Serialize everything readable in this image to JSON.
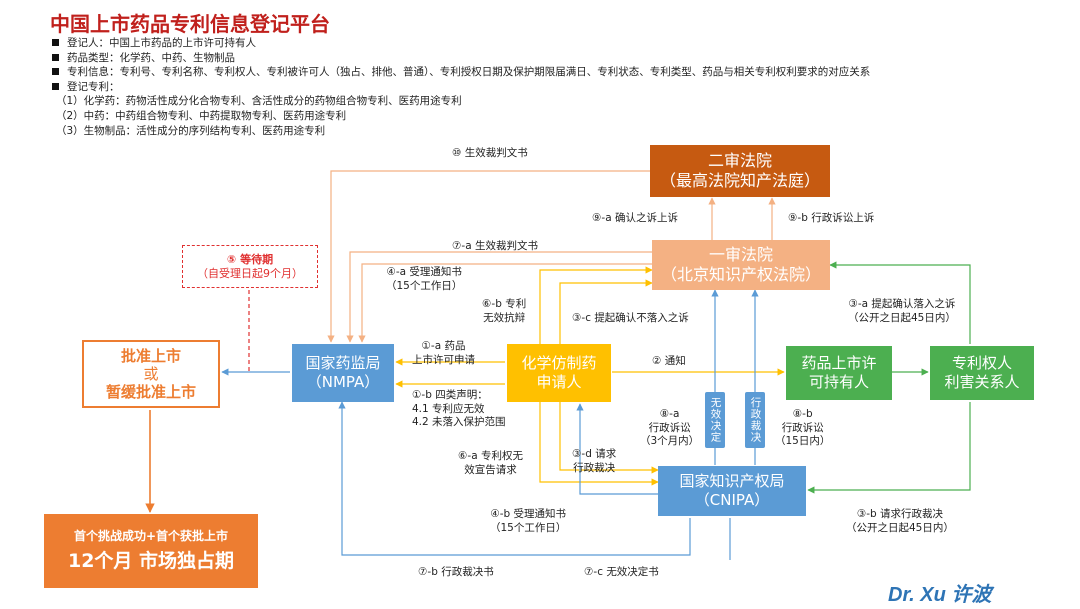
{
  "title": "中国上市药品专利信息登记平台",
  "info": [
    {
      "bullet": true,
      "text": "登记人：中国上市药品的上市许可持有人"
    },
    {
      "bullet": true,
      "text": "药品类型：化学药、中药、生物制品"
    },
    {
      "bullet": true,
      "text": "专利信息：专利号、专利名称、专利权人、专利被许可人（独占、排他、普通）、专利授权日期及保护期限届满日、专利状态、专利类型、药品与相关专利权利要求的对应关系"
    },
    {
      "bullet": true,
      "text": "登记专利："
    },
    {
      "bullet": false,
      "text": "（1）化学药：药物活性成分化合物专利、含活性成分的药物组合物专利、医药用途专利"
    },
    {
      "bullet": false,
      "text": "（2）中药：中药组合物专利、中药提取物专利、医药用途专利"
    },
    {
      "bullet": false,
      "text": "（3）生物制品：活性成分的序列结构专利、医药用途专利"
    }
  ],
  "boxes": {
    "second_court": {
      "line1": "二审法院",
      "line2": "（最高法院知产法庭）"
    },
    "first_court": {
      "line1": "一审法院",
      "line2": "（北京知识产权法院）"
    },
    "nmpa": {
      "line1": "国家药监局",
      "line2": "（NMPA）"
    },
    "applicant": {
      "line1": "化学仿制药",
      "line2": "申请人"
    },
    "mah": {
      "line1": "药品上市许",
      "line2": "可持有人"
    },
    "patentee": {
      "line1": "专利权人",
      "line2": "利害关系人"
    },
    "cnipa": {
      "line1": "国家知识产权局",
      "line2": "（CNIPA）"
    },
    "approve": {
      "line1": "批准上市",
      "line2": "或",
      "line3": "暂缓批准上市"
    },
    "waiting": {
      "line1": "⑤ 等待期",
      "line2": "（自受理日起9个月）"
    },
    "exclusive": {
      "line1": "首个挑战成功+首个获批上市",
      "line2": "12个月 市场独占期"
    }
  },
  "vertical_tags": {
    "invalid": "无效决定",
    "admin": "行政裁决"
  },
  "labels": {
    "l10": "⑩ 生效裁判文书",
    "l9a": "⑨-a 确认之诉上诉",
    "l9b": "⑨-b 行政诉讼上诉",
    "l7a": "⑦-a 生效裁判文书",
    "l4a_1": "④-a 受理通知书",
    "l4a_2": "（15个工作日）",
    "l6b_1": "⑥-b 专利",
    "l6b_2": "无效抗辩",
    "l3c": "③-c 提起确认不落入之诉",
    "l3a_1": "③-a 提起确认落入之诉",
    "l3a_2": "（公开之日起45日内）",
    "l1a_1": "①-a 药品",
    "l1a_2": "上市许可申请",
    "l2": "② 通知",
    "l1b_1": "①-b 四类声明：",
    "l1b_2": "4.1 专利应无效",
    "l1b_3": "4.2 未落入保护范围",
    "l8a_1": "⑧-a",
    "l8a_2": "行政诉讼",
    "l8a_3": "（3个月内）",
    "l8b_1": "⑧-b",
    "l8b_2": "行政诉讼",
    "l8b_3": "（15日内）",
    "l6a_1": "⑥-a 专利权无",
    "l6a_2": "效宣告请求",
    "l3d_1": "③-d 请求",
    "l3d_2": "行政裁决",
    "l4b_1": "④-b 受理通知书",
    "l4b_2": "（15个工作日）",
    "l3b_1": "③-b 请求行政裁决",
    "l3b_2": "（公开之日起45日内）",
    "l7b": "⑦-b 行政裁决书",
    "l7c": "⑦-c 无效决定书"
  },
  "signature": "Dr. Xu 许波",
  "colors": {
    "title": "#c0201c",
    "dark_orange": "#c65a11",
    "light_orange": "#f4b183",
    "blue": "#5b9bd5",
    "gold": "#ffc000",
    "green": "#4caf50",
    "orange": "#ed7d31",
    "red": "#e03030",
    "gray": "#999999"
  }
}
